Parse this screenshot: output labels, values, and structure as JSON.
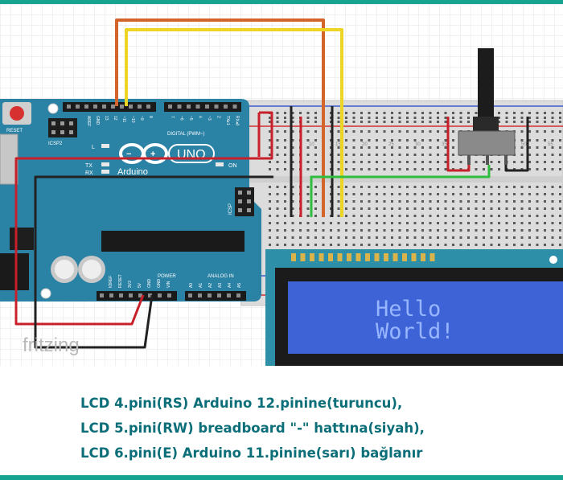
{
  "colors": {
    "accent": "#16a38f",
    "caption_text": "#0b6e78",
    "arduino": "#2a82a5",
    "lcd_screen": "#3d63d6",
    "lcd_pixel": "#8fb0ff",
    "wire_red": "#c8202a",
    "wire_orange": "#d4652a",
    "wire_yellow": "#ecd525",
    "wire_green": "#2ebd3e",
    "wire_black": "#222222"
  },
  "arduino": {
    "brand": "Arduino",
    "model": "UNO",
    "reset_label": "RESET",
    "icsp2_label": "ICSP2",
    "icsp_label": "ICSP",
    "digital_label": "DIGITAL (PWM~)",
    "power_label": "POWER",
    "analog_label": "ANALOG IN",
    "l_label": "L",
    "tx_label": "TX",
    "rx_label": "RX",
    "on_label": "ON",
    "digital_pins": [
      "AREF",
      "GND",
      "13",
      "12",
      "~11",
      "~10",
      "~9",
      "8",
      "7",
      "~6",
      "~5",
      "4",
      "~3",
      "2",
      "TX▸1",
      "RX◂0"
    ],
    "power_pins": [
      "IOREF",
      "RESET",
      "3V3",
      "5V",
      "GND",
      "GND",
      "VIN"
    ],
    "analog_pins": [
      "A0",
      "A1",
      "A2",
      "A3",
      "A4",
      "A5"
    ]
  },
  "breadboard": {
    "column_labels": [
      "10",
      "15",
      "20",
      "25",
      "30",
      "35",
      "40",
      "45",
      "50",
      "55"
    ]
  },
  "lcd": {
    "line1": "Hello",
    "line2": "World!"
  },
  "watermark": "fritzing",
  "caption": {
    "line1": "LCD 4.pini(RS) Arduino 12.pinine(turuncu),",
    "line2": "LCD 5.pini(RW) breadboard \"-\" hattına(siyah),",
    "line3": "LCD 6.pini(E) Arduino 11.pinine(sarı) bağlanır"
  }
}
